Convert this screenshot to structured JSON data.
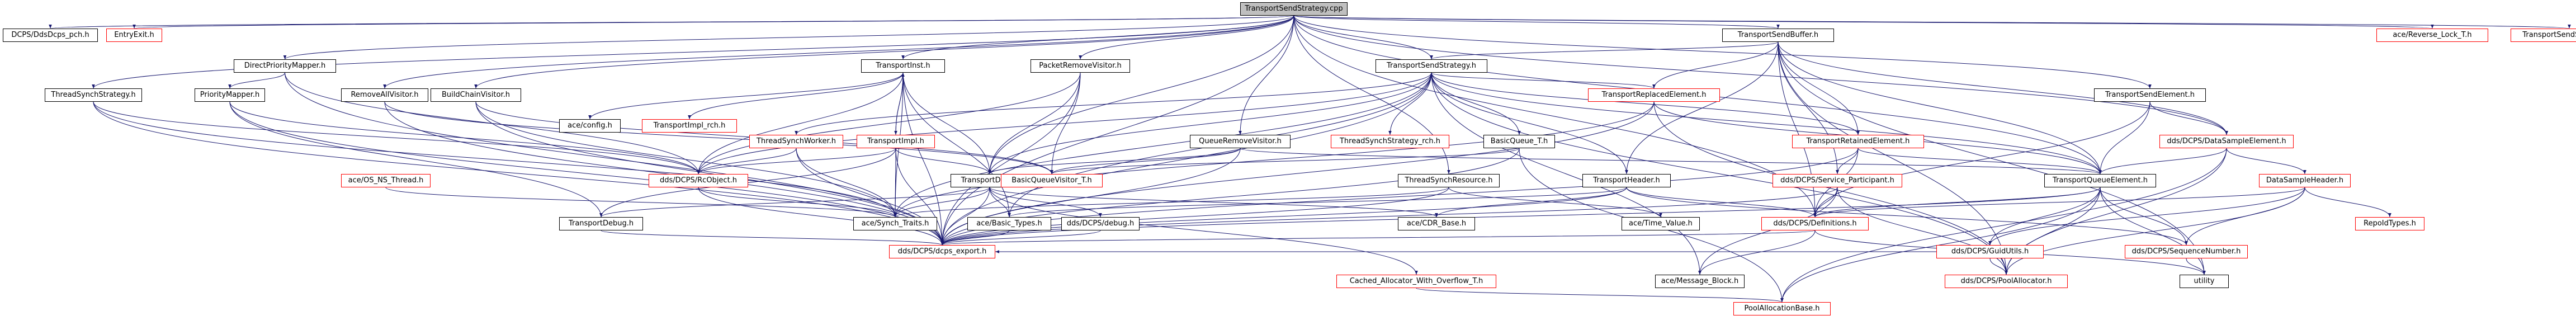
{
  "nodes": [
    {
      "id": "root",
      "label": "TransportSendStrategy.cpp",
      "kind": "root"
    },
    {
      "id": "pch",
      "label": "DCPS/DdsDcps_pch.h",
      "kind": "file"
    },
    {
      "id": "entryexit",
      "label": "EntryExit.h",
      "kind": "incomplete"
    },
    {
      "id": "dpm",
      "label": "DirectPriorityMapper.h",
      "kind": "file"
    },
    {
      "id": "tss",
      "label": "ThreadSynchStrategy.h",
      "kind": "file"
    },
    {
      "id": "pm",
      "label": "PriorityMapper.h",
      "kind": "file"
    },
    {
      "id": "rav",
      "label": "RemoveAllVisitor.h",
      "kind": "file"
    },
    {
      "id": "bv",
      "label": "BuildChainVisitor.h",
      "kind": "file"
    },
    {
      "id": "tinst",
      "label": "TransportInst.h",
      "kind": "file"
    },
    {
      "id": "aceconfig",
      "label": "ace/config.h",
      "kind": "plain"
    },
    {
      "id": "tinst_rch",
      "label": "TransportImpl_rch.h",
      "kind": "incomplete"
    },
    {
      "id": "tsw",
      "label": "ThreadSynchWorker.h",
      "kind": "incomplete"
    },
    {
      "id": "timpl",
      "label": "TransportImpl.h",
      "kind": "incomplete"
    },
    {
      "id": "ace_os",
      "label": "ace/OS_NS_Thread.h",
      "kind": "incomplete"
    },
    {
      "id": "rcobj",
      "label": "dds/DCPS/RcObject.h",
      "kind": "incomplete"
    },
    {
      "id": "tdefs",
      "label": "TransportDefs.h",
      "kind": "file"
    },
    {
      "id": "tdebug",
      "label": "TransportDebug.h",
      "kind": "file"
    },
    {
      "id": "synch",
      "label": "ace/Synch_Traits.h",
      "kind": "plain"
    },
    {
      "id": "basictypes",
      "label": "ace/Basic_Types.h",
      "kind": "plain"
    },
    {
      "id": "ddsdebug",
      "label": "dds/DCPS/debug.h",
      "kind": "file"
    },
    {
      "id": "export",
      "label": "dds/DCPS/dcps_export.h",
      "kind": "incomplete"
    },
    {
      "id": "prv",
      "label": "PacketRemoveVisitor.h",
      "kind": "file"
    },
    {
      "id": "bqv",
      "label": "BasicQueueVisitor_T.h",
      "kind": "incomplete"
    },
    {
      "id": "qrv",
      "label": "QueueRemoveVisitor.h",
      "kind": "file"
    },
    {
      "id": "tsstrat",
      "label": "TransportSendStrategy.h",
      "kind": "file"
    },
    {
      "id": "tss_rch",
      "label": "ThreadSynchStrategy_rch.h",
      "kind": "incomplete"
    },
    {
      "id": "bqt",
      "label": "BasicQueue_T.h",
      "kind": "file"
    },
    {
      "id": "tsr",
      "label": "ThreadSynchResource.h",
      "kind": "file"
    },
    {
      "id": "cdrbase",
      "label": "ace/CDR_Base.h",
      "kind": "plain"
    },
    {
      "id": "cached",
      "label": "Cached_Allocator_With_Overflow_T.h",
      "kind": "incomplete"
    },
    {
      "id": "pab",
      "label": "PoolAllocationBase.h",
      "kind": "incomplete"
    },
    {
      "id": "tre",
      "label": "TransportReplacedElement.h",
      "kind": "incomplete"
    },
    {
      "id": "tret",
      "label": "TransportRetainedElement.h",
      "kind": "incomplete"
    },
    {
      "id": "th",
      "label": "TransportHeader.h",
      "kind": "file"
    },
    {
      "id": "acetime",
      "label": "ace/Time_Value.h",
      "kind": "plain"
    },
    {
      "id": "msgblock",
      "label": "ace/Message_Block.h",
      "kind": "plain"
    },
    {
      "id": "tsb",
      "label": "TransportSendBuffer.h",
      "kind": "file"
    },
    {
      "id": "sp",
      "label": "dds/DCPS/Service_Participant.h",
      "kind": "incomplete"
    },
    {
      "id": "defs",
      "label": "dds/DCPS/Definitions.h",
      "kind": "incomplete"
    },
    {
      "id": "tqe",
      "label": "TransportQueueElement.h",
      "kind": "file"
    },
    {
      "id": "guid",
      "label": "dds/DCPS/GuidUtils.h",
      "kind": "incomplete"
    },
    {
      "id": "poolalloc",
      "label": "dds/DCPS/PoolAllocator.h",
      "kind": "incomplete"
    },
    {
      "id": "utility",
      "label": "utility",
      "kind": "plain"
    },
    {
      "id": "tse",
      "label": "TransportSendElement.h",
      "kind": "file"
    },
    {
      "id": "dse",
      "label": "dds/DCPS/DataSampleElement.h",
      "kind": "incomplete"
    },
    {
      "id": "dsh",
      "label": "DataSampleHeader.h",
      "kind": "incomplete"
    },
    {
      "id": "seqnum",
      "label": "dds/DCPS/SequenceNumber.h",
      "kind": "incomplete"
    },
    {
      "id": "repoid",
      "label": "RepoIdTypes.h",
      "kind": "incomplete"
    },
    {
      "id": "revlock",
      "label": "ace/Reverse_Lock_T.h",
      "kind": "incomplete"
    },
    {
      "id": "tssinl",
      "label": "TransportSendStrategy.inl",
      "kind": "incomplete"
    }
  ],
  "edges": [
    [
      "root",
      "pch"
    ],
    [
      "root",
      "entryexit"
    ],
    [
      "root",
      "dpm"
    ],
    [
      "root",
      "tss"
    ],
    [
      "root",
      "rav"
    ],
    [
      "root",
      "bv"
    ],
    [
      "root",
      "tinst"
    ],
    [
      "root",
      "prv"
    ],
    [
      "root",
      "tsstrat"
    ],
    [
      "root",
      "qrv"
    ],
    [
      "root",
      "tdefs"
    ],
    [
      "root",
      "tsb"
    ],
    [
      "root",
      "tse"
    ],
    [
      "root",
      "dse"
    ],
    [
      "root",
      "revlock"
    ],
    [
      "root",
      "tssinl"
    ],
    [
      "root",
      "tqe"
    ],
    [
      "root",
      "tsr"
    ],
    [
      "root",
      "export"
    ],
    [
      "root",
      "defs"
    ],
    [
      "dpm",
      "pm"
    ],
    [
      "dpm",
      "export"
    ],
    [
      "dpm",
      "rcobj"
    ],
    [
      "pm",
      "rcobj"
    ],
    [
      "pm",
      "export"
    ],
    [
      "pm",
      "tdebug"
    ],
    [
      "tss",
      "synch"
    ],
    [
      "tss",
      "export"
    ],
    [
      "tss",
      "rcobj"
    ],
    [
      "rav",
      "bqv"
    ],
    [
      "rav",
      "export"
    ],
    [
      "bv",
      "bqv"
    ],
    [
      "bv",
      "export"
    ],
    [
      "bv",
      "synch"
    ],
    [
      "tinst",
      "aceconfig"
    ],
    [
      "tinst",
      "tinst_rch"
    ],
    [
      "tinst",
      "timpl"
    ],
    [
      "tinst",
      "rcobj"
    ],
    [
      "tinst",
      "tdefs"
    ],
    [
      "tinst",
      "export"
    ],
    [
      "tinst",
      "synch"
    ],
    [
      "tinst",
      "basictypes"
    ],
    [
      "timpl",
      "tinst"
    ],
    [
      "timpl",
      "rcobj"
    ],
    [
      "timpl",
      "tdefs"
    ],
    [
      "timpl",
      "synch"
    ],
    [
      "timpl",
      "export"
    ],
    [
      "timpl",
      "tdebug"
    ],
    [
      "tsw",
      "rcobj"
    ],
    [
      "tsw",
      "export"
    ],
    [
      "tsw",
      "synch"
    ],
    [
      "ace_os",
      "synch"
    ],
    [
      "rcobj",
      "synch"
    ],
    [
      "rcobj",
      "export"
    ],
    [
      "tdefs",
      "synch"
    ],
    [
      "tdefs",
      "basictypes"
    ],
    [
      "tdefs",
      "ddsdebug"
    ],
    [
      "tdefs",
      "export"
    ],
    [
      "tdefs",
      "cdrbase"
    ],
    [
      "tdefs",
      "cached"
    ],
    [
      "tdefs",
      "tdebug"
    ],
    [
      "tdebug",
      "export"
    ],
    [
      "ddsdebug",
      "export"
    ],
    [
      "basictypes",
      "export"
    ],
    [
      "prv",
      "bqv"
    ],
    [
      "prv",
      "tdefs"
    ],
    [
      "prv",
      "export"
    ],
    [
      "prv",
      "rcobj"
    ],
    [
      "qrv",
      "bqv"
    ],
    [
      "qrv",
      "tdefs"
    ],
    [
      "qrv",
      "export"
    ],
    [
      "qrv",
      "tqe"
    ],
    [
      "tsstrat",
      "tsw"
    ],
    [
      "tsstrat",
      "tss_rch"
    ],
    [
      "tsstrat",
      "bqt"
    ],
    [
      "tsstrat",
      "tre"
    ],
    [
      "tsstrat",
      "tret"
    ],
    [
      "tsstrat",
      "th"
    ],
    [
      "tsstrat",
      "tqe"
    ],
    [
      "tsstrat",
      "tdefs"
    ],
    [
      "tsstrat",
      "rcobj"
    ],
    [
      "tsstrat",
      "export"
    ],
    [
      "tsstrat",
      "synch"
    ],
    [
      "tsstrat",
      "basictypes"
    ],
    [
      "tsstrat",
      "msgblock"
    ],
    [
      "tsstrat",
      "poolalloc"
    ],
    [
      "bqt",
      "bqv"
    ],
    [
      "bqt",
      "pab"
    ],
    [
      "bqt",
      "export"
    ],
    [
      "tsr",
      "export"
    ],
    [
      "tsr",
      "acetime"
    ],
    [
      "tsr",
      "synch"
    ],
    [
      "cached",
      "pab"
    ],
    [
      "tre",
      "tqe"
    ],
    [
      "tre",
      "export"
    ],
    [
      "tre",
      "synch"
    ],
    [
      "tre",
      "poolalloc"
    ],
    [
      "tret",
      "tqe"
    ],
    [
      "tret",
      "export"
    ],
    [
      "tret",
      "sp"
    ],
    [
      "tret",
      "defs"
    ],
    [
      "th",
      "defs"
    ],
    [
      "th",
      "cdrbase"
    ],
    [
      "th",
      "basictypes"
    ],
    [
      "th",
      "export"
    ],
    [
      "th",
      "seqnum"
    ],
    [
      "tsb",
      "tsstrat"
    ],
    [
      "tsb",
      "tre"
    ],
    [
      "tsb",
      "tret"
    ],
    [
      "tsb",
      "th"
    ],
    [
      "tsb",
      "sp"
    ],
    [
      "tsb",
      "defs"
    ],
    [
      "tsb",
      "tqe"
    ],
    [
      "tsb",
      "dse"
    ],
    [
      "tsb",
      "poolalloc"
    ],
    [
      "tsb",
      "utility"
    ],
    [
      "sp",
      "defs"
    ],
    [
      "sp",
      "export"
    ],
    [
      "sp",
      "poolalloc"
    ],
    [
      "sp",
      "msgblock"
    ],
    [
      "defs",
      "export"
    ],
    [
      "defs",
      "utility"
    ],
    [
      "defs",
      "msgblock"
    ],
    [
      "tqe",
      "defs"
    ],
    [
      "tqe",
      "guid"
    ],
    [
      "tqe",
      "poolalloc"
    ],
    [
      "tqe",
      "utility"
    ],
    [
      "tqe",
      "pab"
    ],
    [
      "tqe",
      "export"
    ],
    [
      "tqe",
      "seqnum"
    ],
    [
      "guid",
      "poolalloc"
    ],
    [
      "guid",
      "export"
    ],
    [
      "seqnum",
      "utility"
    ],
    [
      "tse",
      "tqe"
    ],
    [
      "tse",
      "dse"
    ],
    [
      "tse",
      "defs"
    ],
    [
      "dse",
      "dsh"
    ],
    [
      "dse",
      "tqe"
    ],
    [
      "dse",
      "poolalloc"
    ],
    [
      "dse",
      "pab"
    ],
    [
      "dsh",
      "seqnum"
    ],
    [
      "dsh",
      "repoid"
    ],
    [
      "dsh",
      "defs"
    ],
    [
      "dsh",
      "guid"
    ],
    [
      "dsh",
      "poolalloc"
    ]
  ]
}
